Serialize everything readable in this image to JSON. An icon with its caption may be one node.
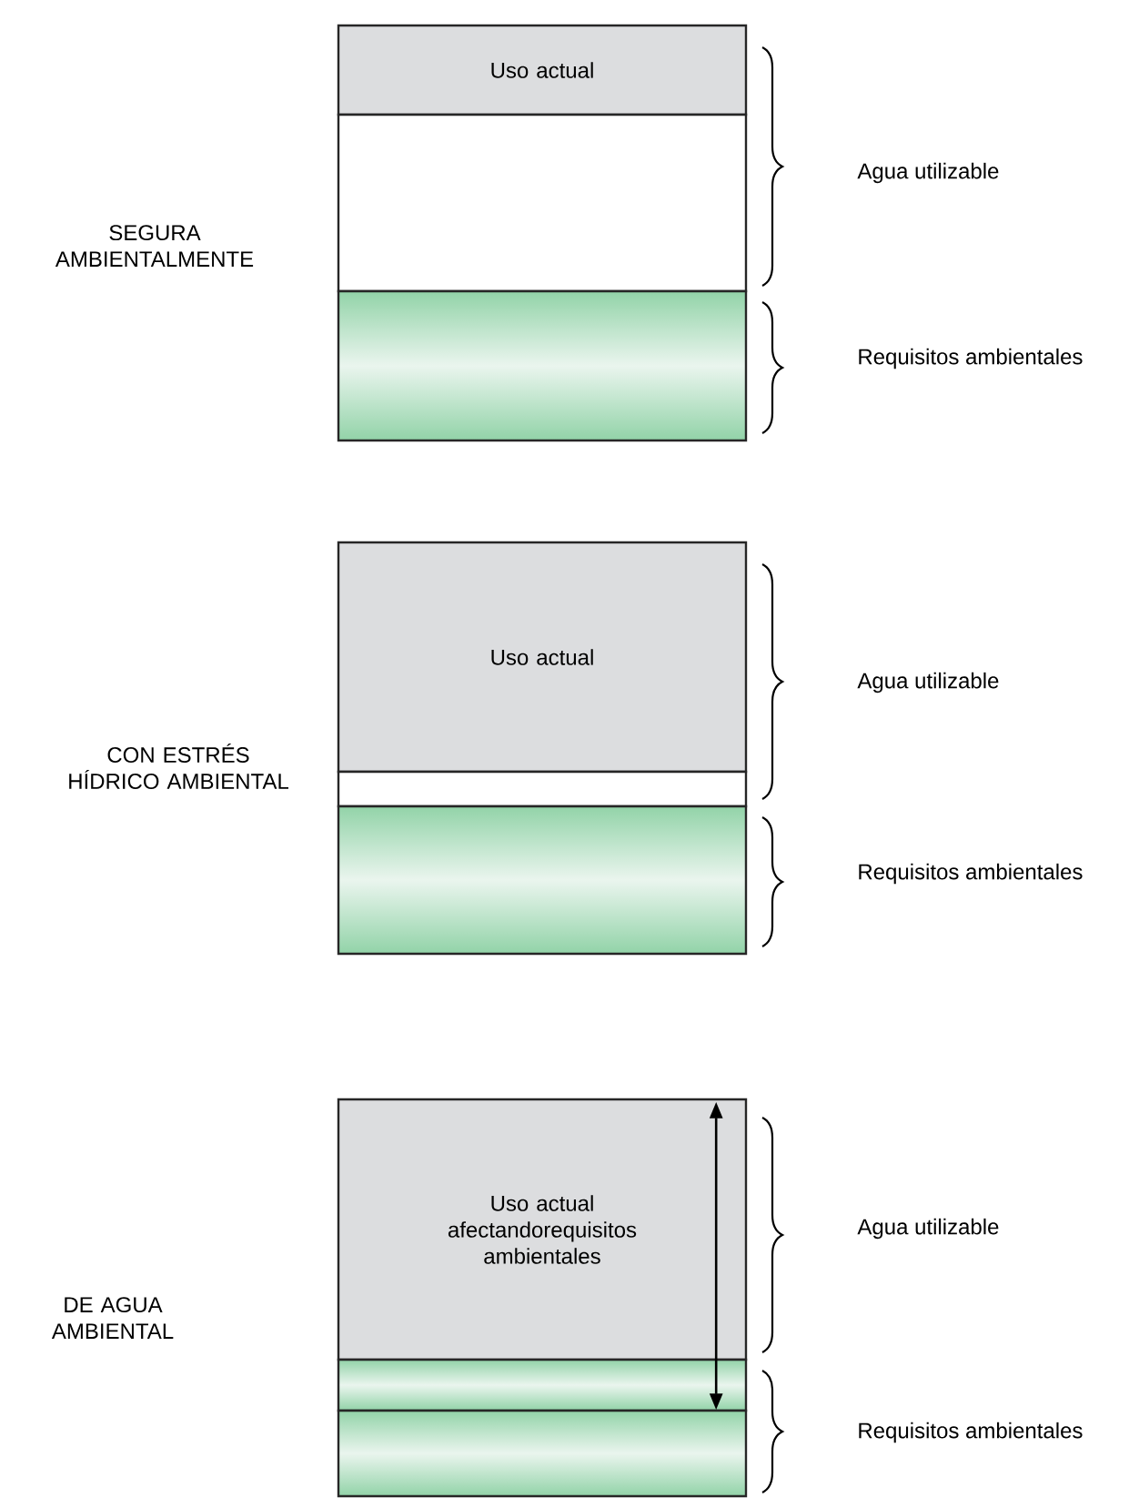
{
  "diagram": {
    "nodes": [
      {
        "text": [
          "Uso actual"
        ]
      },
      {
        "text": [],
        "shape": "box"
      },
      {
        "text": [],
        "shape": "box"
      },
      {
        "text": [
          "Uso actual"
        ]
      },
      {
        "text": [],
        "shape": "box"
      },
      {
        "text": [],
        "shape": "box"
      },
      {
        "text": [
          "Uso actual afectandorequisitos ambientales"
        ]
      },
      {
        "text": [],
        "shape": "box"
      },
      {
        "text": [],
        "shape": "box"
      }
    ],
    "edges": [
      {
        "from": 6,
        "to": 7,
        "arrow": "both"
      }
    ],
    "labels": [
      "SEGURA AMBIENTALMENTE",
      "Agua utilizable",
      "Requisitos ambientales",
      "CON ESTRÉS HÍDRICO AMBIENTAL",
      "Agua utilizable",
      "Requisitos ambientales",
      "DE AGUA AMBIENTAL",
      "Agua utilizable",
      "Requisitos ambientales"
    ]
  }
}
